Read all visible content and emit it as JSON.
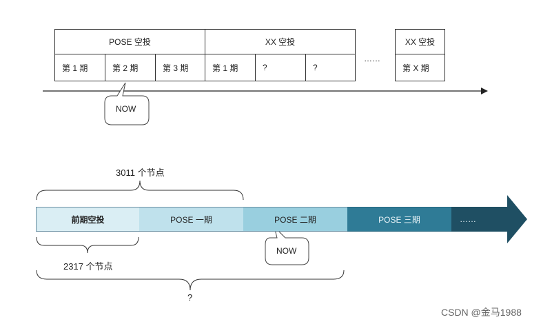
{
  "top": {
    "group1_title": "POSE 空投",
    "group2_title": "XX 空投",
    "group3_title": "XX 空投",
    "periods": [
      "第 1 期",
      "第 2 期",
      "第 3 期",
      "第 1 期",
      "?",
      "?"
    ],
    "last_period": "第 X 期",
    "ellipsis": "……",
    "now_label": "NOW"
  },
  "bottom": {
    "segments": [
      "前期空投",
      "POSE 一期",
      "POSE 二期",
      "POSE 三期",
      "……"
    ],
    "segment_colors": [
      "#daeef4",
      "#bfe1ec",
      "#99cfdf",
      "#2f7b96",
      "#1f4f63"
    ],
    "brace_top_label": "3011 个节点",
    "brace_small_label": "2317 个节点",
    "brace_big_label": "?",
    "now_label": "NOW"
  },
  "watermark": "CSDN @金马1988"
}
